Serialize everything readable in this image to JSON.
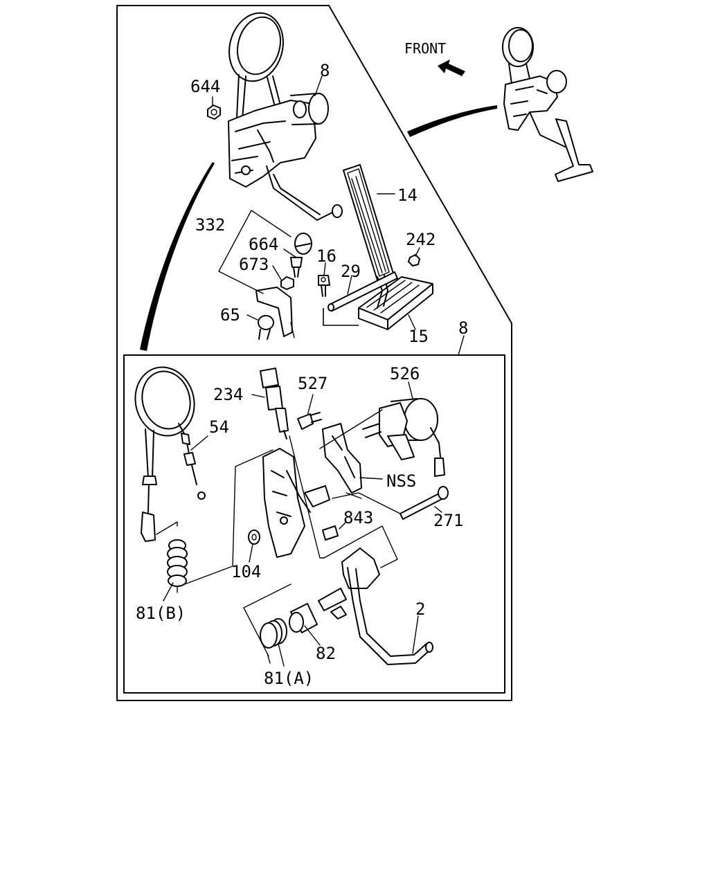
{
  "front_label": "FRONT",
  "labels": {
    "p644": "644",
    "p8_top": "8",
    "p14": "14",
    "p332": "332",
    "p664": "664",
    "p673": "673",
    "p16": "16",
    "p242": "242",
    "p29": "29",
    "p65": "65",
    "p15": "15",
    "p8_box": "8",
    "p234": "234",
    "p527": "527",
    "p526": "526",
    "p54": "54",
    "pNSS": "NSS",
    "p843": "843",
    "p271": "271",
    "p104": "104",
    "p81B": "81(B)",
    "p2": "2",
    "p82": "82",
    "p81A": "81(A)"
  }
}
